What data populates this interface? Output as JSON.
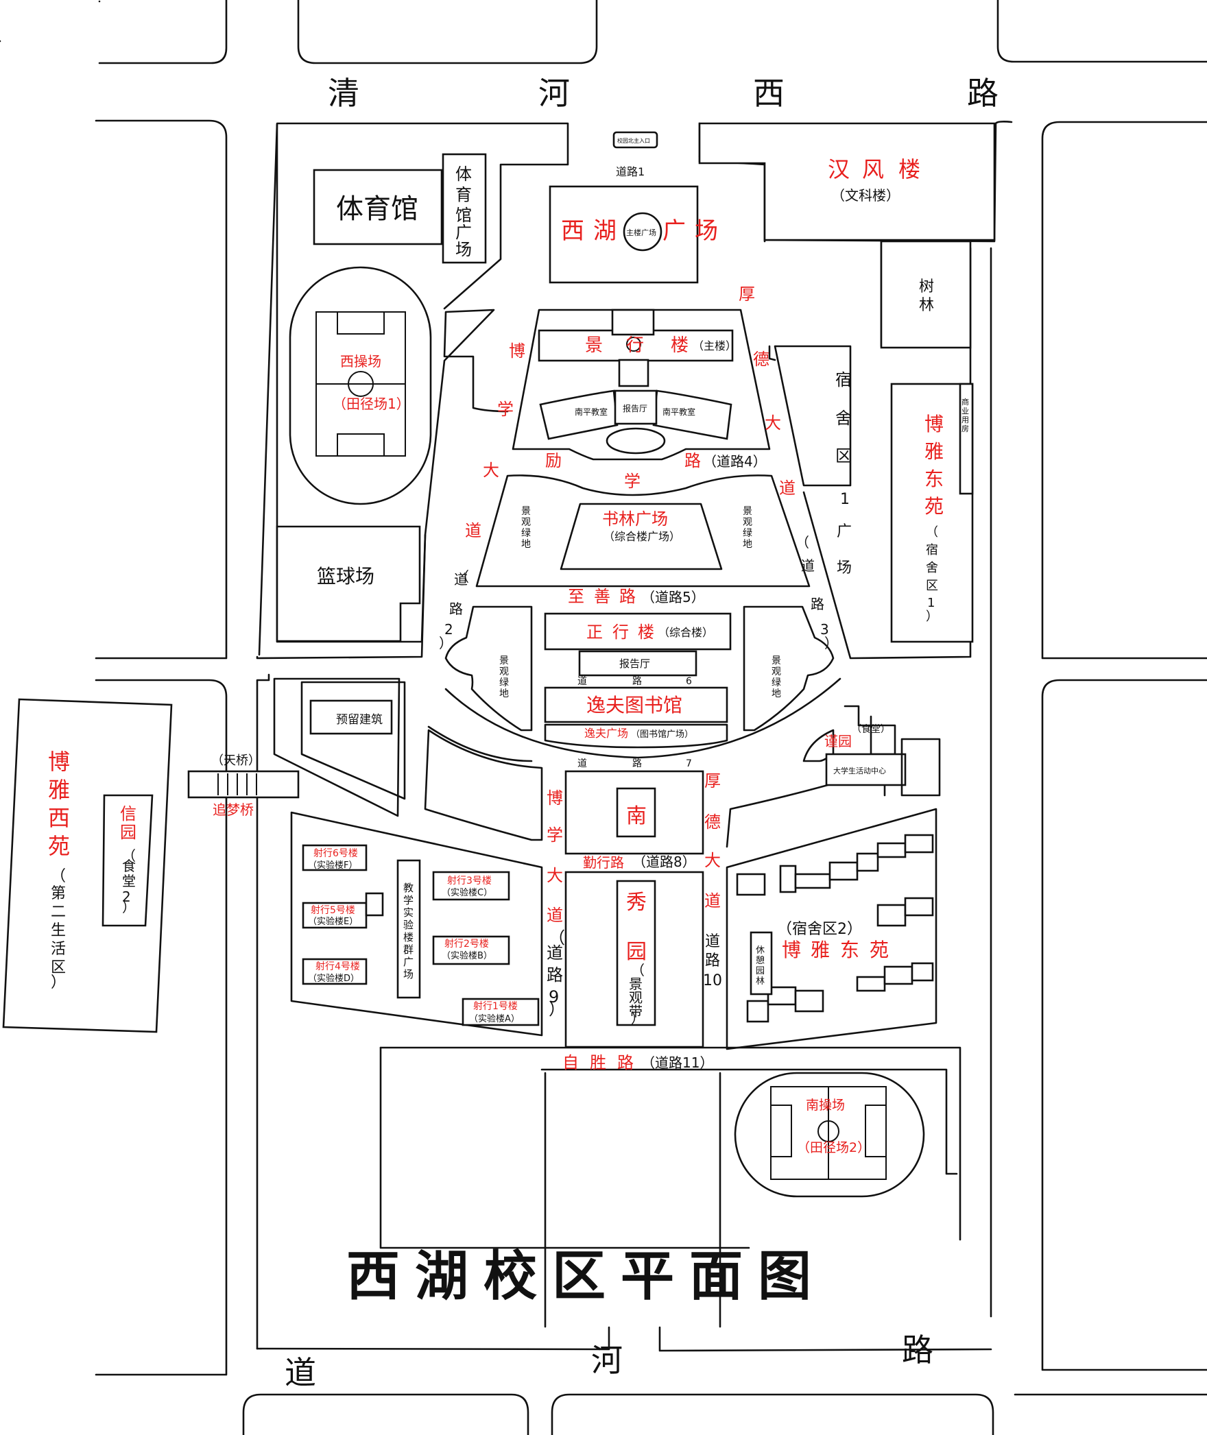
{
  "roads": {
    "north": [
      "清",
      "河",
      "西",
      "路"
    ],
    "south": [
      "道",
      "河",
      "路"
    ]
  },
  "map_title": "西湖校区平面图",
  "entrance": "校园北主入口",
  "road_labels": {
    "road1": "道路1",
    "road4": "（道路4）",
    "road5": "（道路5）",
    "road6": [
      "道",
      "路",
      "6"
    ],
    "road7": [
      "道",
      "路",
      "7"
    ],
    "road8": "（道路8）",
    "road11": "（道路11）",
    "road2": [
      "（",
      "道",
      "路",
      "2",
      "）"
    ],
    "road3": [
      "（",
      "道",
      "路",
      "3",
      "）"
    ],
    "road9": [
      "（",
      "道",
      "路",
      "9",
      "）"
    ],
    "road10": [
      "道",
      "路",
      "10"
    ]
  },
  "avenues": {
    "boxue_north": [
      "博",
      "学",
      "大",
      "道"
    ],
    "houde_north": [
      "厚",
      "德",
      "大",
      "道"
    ],
    "boxue_south": [
      "博",
      "学",
      "大",
      "道"
    ],
    "houde_south": [
      "厚",
      "德",
      "大",
      "道"
    ],
    "lixue": [
      "励",
      "学",
      "路"
    ],
    "zhishan": [
      "至",
      "善",
      "路"
    ],
    "qinxing": "勤行路",
    "zisheng": [
      "自",
      "胜",
      "路"
    ]
  },
  "buildings": {
    "gym": "体育馆",
    "gym_square": [
      "体",
      "育",
      "馆",
      "广",
      "场"
    ],
    "west_field": "西操场",
    "west_field_sub": "（田径场1）",
    "basketball": "篮球场",
    "xihu_square": [
      "西",
      "湖",
      "广",
      "场"
    ],
    "main_square": "主楼广场",
    "jingxing": [
      "景",
      "行",
      "楼"
    ],
    "jingxing_sub": "（主楼）",
    "nanping_w": "南平教室",
    "nanping_e": "南平教室",
    "lecture_hall": "报告厅",
    "shulin": "书林广场",
    "shulin_sub": "（综合楼广场）",
    "landscape": [
      "景",
      "观",
      "绿",
      "地"
    ],
    "zhengxing": [
      "正",
      "行",
      "楼"
    ],
    "zhengxing_sub": "（综合楼）",
    "lecture_hall2": "报告厅",
    "yifu_lib": "逸夫图书馆",
    "yifu_square": "逸夫广场",
    "yifu_square_sub": "（图书馆广场）",
    "hanfeng": [
      "汉",
      "风",
      "楼"
    ],
    "hanfeng_sub": "（文科楼）",
    "woods": [
      "树",
      "林"
    ],
    "dorm1": [
      "宿",
      "舍",
      "区"
    ],
    "dorm1_square": [
      "1",
      "广",
      "场"
    ],
    "shop": [
      "商",
      "业",
      "用",
      "房"
    ],
    "boya_east": [
      "博",
      "雅",
      "东",
      "苑"
    ],
    "boya_east_sub": [
      "（",
      "宿",
      "舍",
      "区",
      "1",
      "）"
    ],
    "canteen": "（食堂）",
    "jinyuan": "谨园",
    "activity": "大学生活动中心",
    "reserved": "预留建筑",
    "skybridge": "（天桥）",
    "zhuimeng": "追梦桥",
    "boya_west": [
      "博",
      "雅",
      "西",
      "苑"
    ],
    "boya_west_sub": [
      "（",
      "第",
      "二",
      "生",
      "活",
      "区",
      "）"
    ],
    "xinyuan": [
      "信",
      "园"
    ],
    "xinyuan_sub": [
      "（",
      "食",
      "堂",
      "2",
      "）"
    ],
    "shexing6": "射行6号楼",
    "lab_f": "（实验楼F）",
    "shexing5": "射行5号楼",
    "lab_e": "（实验楼E）",
    "shexing4": "射行4号楼",
    "lab_d": "（实验楼D）",
    "shexing3": "射行3号楼",
    "lab_c": "（实验楼C）",
    "shexing2": "射行2号楼",
    "lab_b": "（实验楼B）",
    "shexing1": "射行1号楼",
    "lab_a": "（实验楼A）",
    "teach_lab_square": [
      "教",
      "学",
      "实",
      "验",
      "楼",
      "群",
      "广",
      "场"
    ],
    "nan": "南",
    "xiuyuan": [
      "秀",
      "园"
    ],
    "xiuyuan_sub": [
      "（",
      "景",
      "观",
      "带",
      "）"
    ],
    "dorm2": "（宿舍区2）",
    "boya_east2": [
      "博",
      "雅",
      "东",
      "苑"
    ],
    "rest_garden": [
      "休",
      "憩",
      "园",
      "林"
    ],
    "south_field": "南操场",
    "south_field_sub": "（田径场2）"
  }
}
